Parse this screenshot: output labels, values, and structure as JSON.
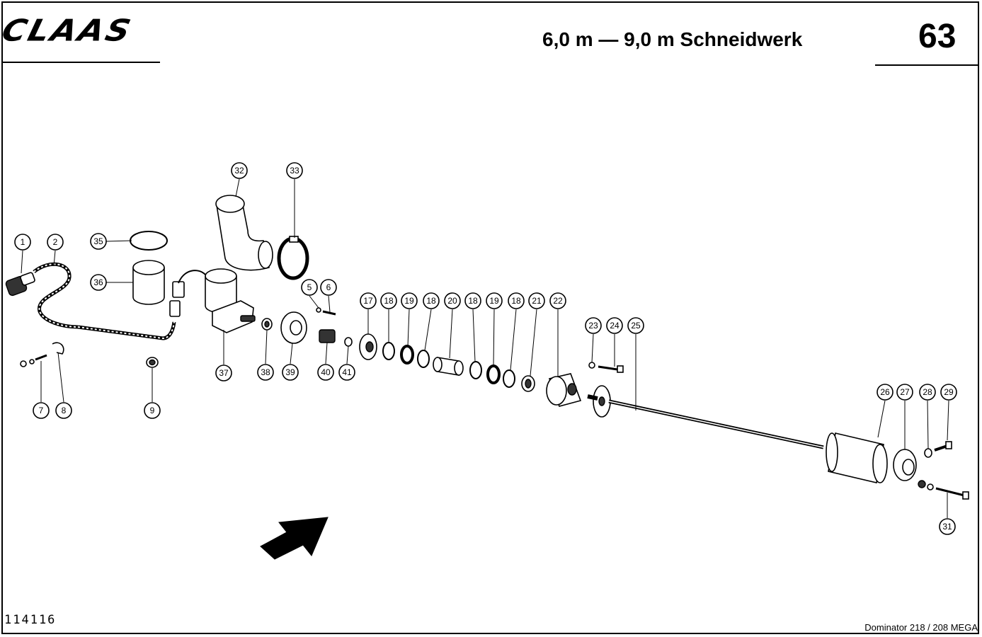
{
  "header": {
    "brand": "CLAAS",
    "title": "6,0 m — 9,0 m Schneidwerk",
    "page_number": "63"
  },
  "footer": {
    "drawing_number": "114116",
    "model": "Dominator 218 / 208 MEGA"
  },
  "callouts": [
    "1",
    "2",
    "5",
    "6",
    "7",
    "8",
    "9",
    "17",
    "18",
    "18",
    "18",
    "18",
    "19",
    "19",
    "20",
    "21",
    "22",
    "23",
    "24",
    "25",
    "26",
    "27",
    "28",
    "29",
    "31",
    "32",
    "33",
    "35",
    "36",
    "37",
    "38",
    "39",
    "40",
    "41"
  ]
}
